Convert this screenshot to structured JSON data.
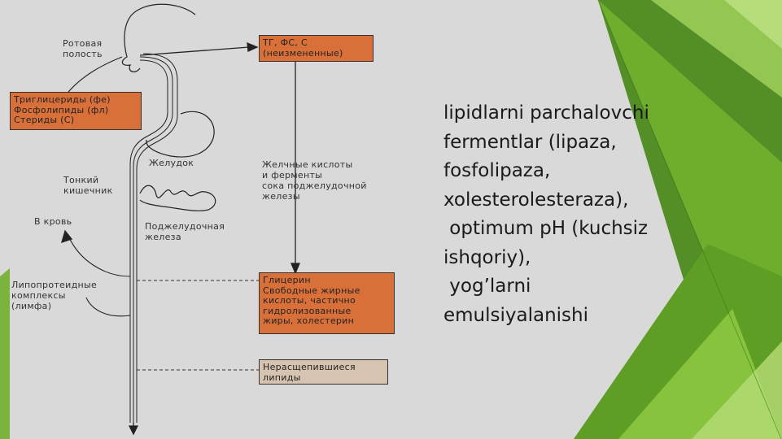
{
  "diagram": {
    "labels": {
      "oral_cavity": "Ротовая\nполость",
      "stomach": "Желудок",
      "small_intestine": "Тонкий\nкишечник",
      "to_blood": "В кровь",
      "pancreas": "Поджелудочная\nжелеза",
      "lipoproteins": "Липопротеидные\nкомплексы\n(лимфа)",
      "bile_acids": "Желчные кислоты\nи ферменты\nсока поджелудочной\nжелезы"
    },
    "boxes": {
      "tg_unchanged": "ТГ, ФС, С\n(неизмененные)",
      "dietary_lipids": "Триглицериды (фе)\nФосфолипиды (фл)\nСтериды (С)",
      "glycerol": "Глицерин\nСвободные жирные\nкислоты, частично\nгидролизованные\nжиры, холестерин",
      "undigested": "Нерасщепившиеся\nлипиды"
    }
  },
  "body_text": {
    "lines": [
      "lipidlarni parchalovchi",
      "fermentlar (lipaza,",
      "fosfolipaza,",
      "xolesterolesteraza),",
      " optimum pH (kuchsiz",
      "ishqoriy),",
      " yog’larni",
      "emulsiyalanishi"
    ]
  },
  "colors": {
    "background": "#d9d9d9",
    "box_orange": "#d9703a",
    "box_beige": "#d7c4b0",
    "green_dark": "#4c8a1e",
    "green_light": "#8cc63f"
  }
}
